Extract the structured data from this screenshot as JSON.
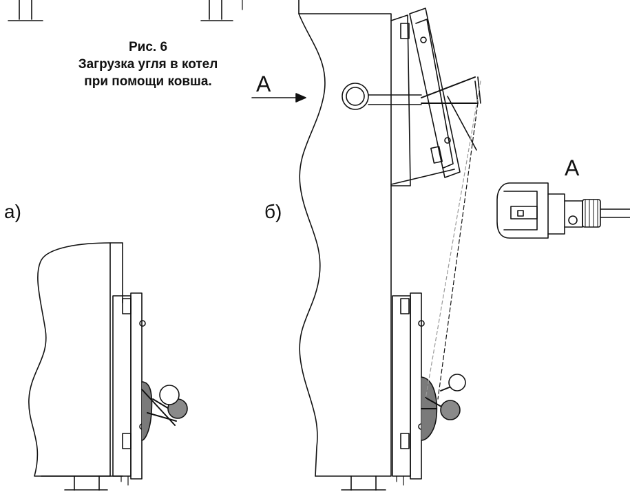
{
  "caption": {
    "line1": "Рис. 6",
    "line2": "Загрузка угля в котел",
    "line3": "при помощи ковша."
  },
  "labels": {
    "panel_a": "а)",
    "panel_b": "б)",
    "view_arrow": "А",
    "view_detail": "А"
  },
  "colors": {
    "line": "#111111",
    "ball_light": "#ffffff",
    "ball_dark": "#8a8a8a",
    "weight": "#7a7a7a",
    "swing_trace": "#999999"
  }
}
